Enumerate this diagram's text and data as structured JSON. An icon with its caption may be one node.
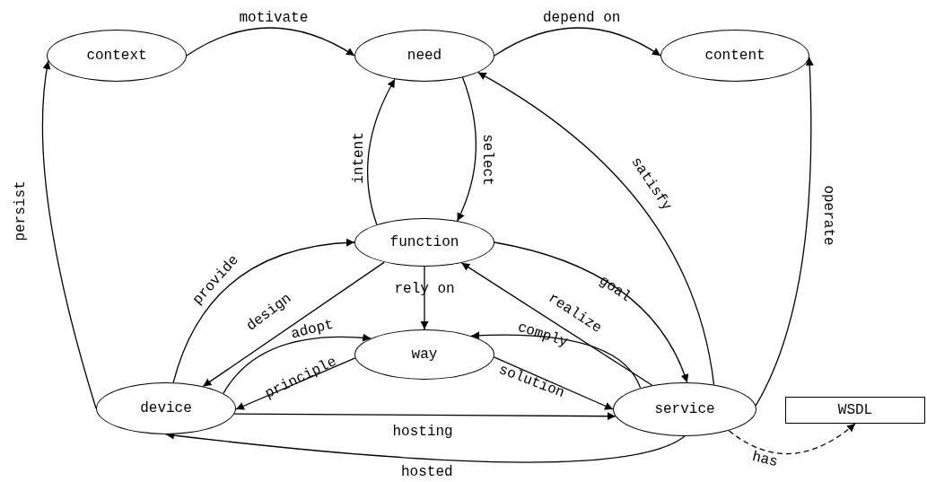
{
  "diagram": {
    "nodes": [
      {
        "text": [
          "context"
        ]
      },
      {
        "text": [
          "need"
        ]
      },
      {
        "text": [
          "content"
        ]
      },
      {
        "text": [
          "function"
        ]
      },
      {
        "text": [
          "way"
        ]
      },
      {
        "text": [
          "device"
        ]
      },
      {
        "text": [
          "service"
        ]
      },
      {
        "text": [
          "WSDL"
        ]
      }
    ],
    "edges": [
      {
        "from": 0,
        "to": 1,
        "arrow": "to",
        "label": "motivate"
      },
      {
        "from": 1,
        "to": 2,
        "arrow": "to",
        "label": "depend on"
      },
      {
        "from": 3,
        "to": 1,
        "arrow": "to",
        "label": "intent"
      },
      {
        "from": 1,
        "to": 3,
        "arrow": "to",
        "label": "select"
      },
      {
        "from": 6,
        "to": 1,
        "arrow": "to",
        "label": "satisfy"
      },
      {
        "from": 6,
        "to": 2,
        "arrow": "to",
        "label": "operate"
      },
      {
        "from": 5,
        "to": 0,
        "arrow": "to",
        "label": "persist"
      },
      {
        "from": 5,
        "to": 3,
        "arrow": "to",
        "label": "provide"
      },
      {
        "from": 3,
        "to": 5,
        "arrow": "to",
        "label": "design"
      },
      {
        "from": 3,
        "to": 4,
        "arrow": "to",
        "label": "rely on"
      },
      {
        "from": 5,
        "to": 4,
        "arrow": "to",
        "label": "adopt"
      },
      {
        "from": 4,
        "to": 5,
        "arrow": "to",
        "label": "principle"
      },
      {
        "from": 3,
        "to": 6,
        "arrow": "to",
        "label": "goal"
      },
      {
        "from": 6,
        "to": 3,
        "arrow": "to",
        "label": "realize"
      },
      {
        "from": 6,
        "to": 4,
        "arrow": "to",
        "label": "comply"
      },
      {
        "from": 4,
        "to": 6,
        "arrow": "to",
        "label": "solution"
      },
      {
        "from": 5,
        "to": 6,
        "arrow": "to",
        "label": "hosting"
      },
      {
        "from": 6,
        "to": 5,
        "arrow": "to",
        "label": "hosted"
      },
      {
        "from": 6,
        "to": 7,
        "arrow": "to",
        "label": "has",
        "style": "dashed"
      }
    ]
  }
}
